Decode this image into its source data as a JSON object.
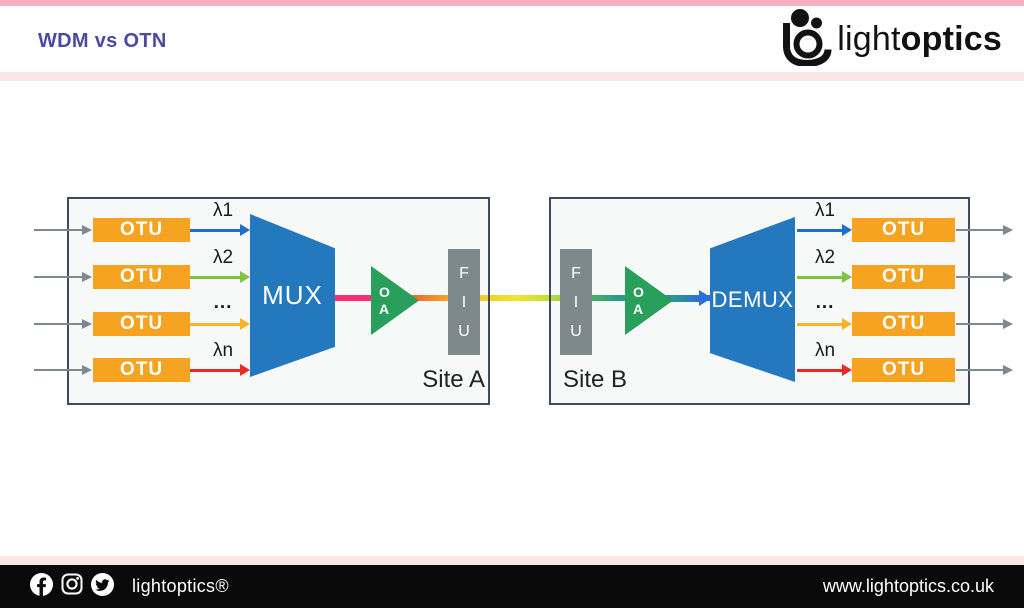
{
  "header": {
    "title": "WDM vs OTN",
    "logo": {
      "light": "light",
      "bold": "optics"
    }
  },
  "diagram": {
    "otu_label": "OTU",
    "lambda_labels": [
      "λ1",
      "λ2",
      "...",
      "λn"
    ],
    "oa_lines": [
      "O",
      "A"
    ],
    "fiu_lines": [
      "F",
      "I",
      "U"
    ],
    "site_a": {
      "label": "Site A",
      "mux_label": "MUX"
    },
    "site_b": {
      "label": "Site B",
      "demux_label": "DEMUX"
    },
    "colors": {
      "title_purple": "#4B49A2",
      "header_strip_pink": "#F6B2BC",
      "divider_pink": "#FBE5E7",
      "otu_orange": "#F5A321",
      "mux_blue": "#2478BE",
      "oa_green": "#28A05C",
      "fiu_gray": "#7E898B",
      "io_arrow_gray": "#7C898F",
      "lambda_arrow_colors": [
        "#1D70C8",
        "#7FC341",
        "#F8B32B",
        "#EB2823"
      ],
      "demux_input_blue": "#2C6FDA",
      "wavelength_spectrum": [
        "#FC2E72",
        "#F4702C",
        "#F2A42D",
        "#EFE42E",
        "#9ED83C",
        "#2B9D87",
        "#2D6FD8"
      ],
      "box_border": "#3D4B5C"
    }
  },
  "footer": {
    "brand": "lightoptics®",
    "website": "www.lightoptics.co.uk",
    "social_icons": [
      "facebook",
      "instagram",
      "twitter"
    ]
  }
}
